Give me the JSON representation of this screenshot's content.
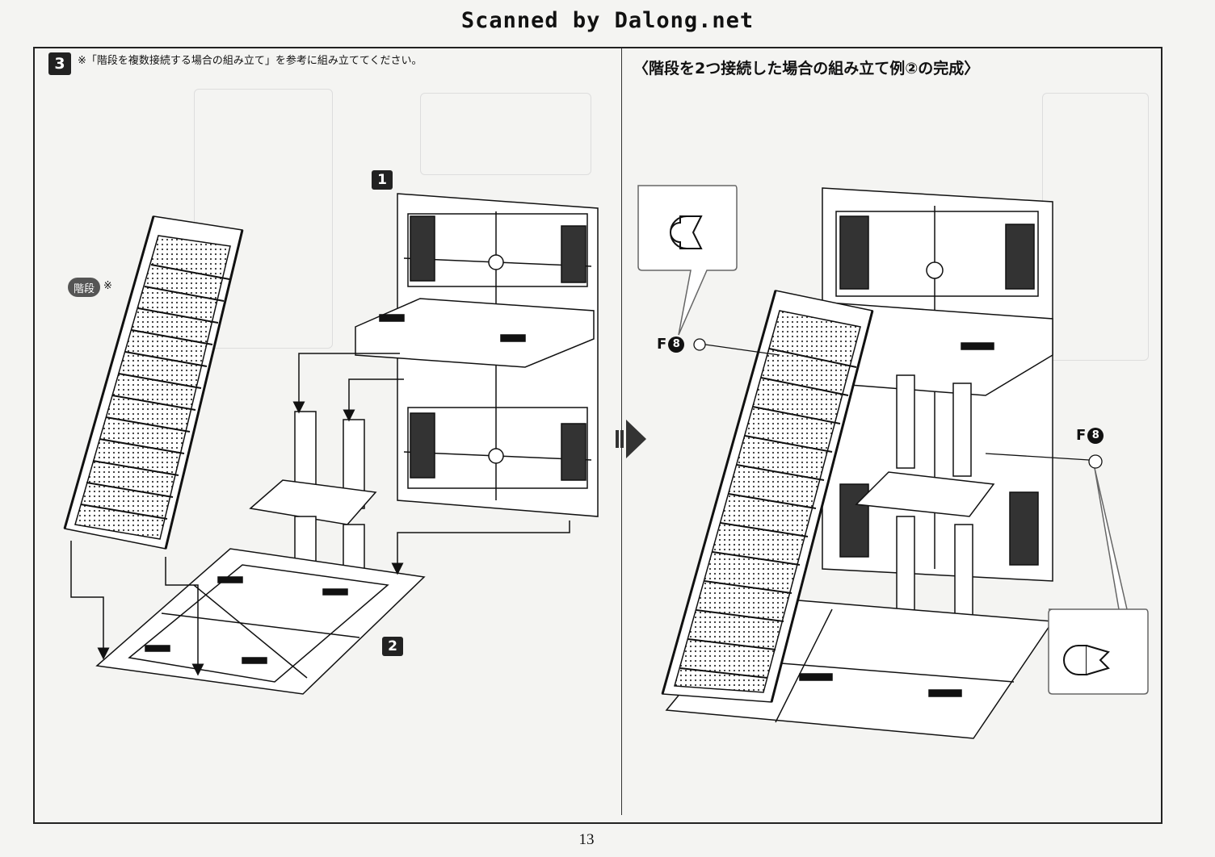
{
  "watermark": "Scanned by Dalong.net",
  "left_panel": {
    "step_number": "3",
    "instruction": "※「階段を複数接続する場合の組み立て」を参考に組み立ててください。",
    "stairs_label": "階段",
    "stairs_note_mark": "※",
    "substep_1": "1",
    "substep_2": "2"
  },
  "right_panel": {
    "title": "〈階段を2つ接続した場合の組み立て例②の完成〉",
    "parts": [
      {
        "letter": "F",
        "number": "8"
      },
      {
        "letter": "F",
        "number": "8"
      }
    ]
  },
  "page_number": "13"
}
